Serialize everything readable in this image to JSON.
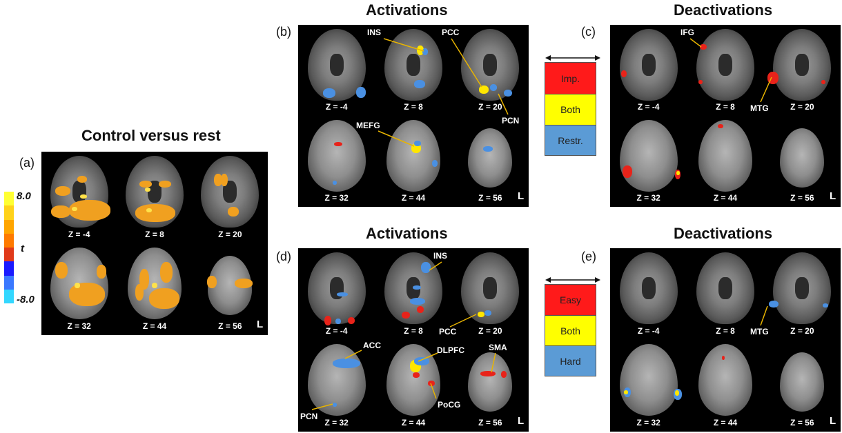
{
  "titles": {
    "a": "Control versus rest",
    "b": "Activations",
    "c": "Deactivations",
    "d": "Activations",
    "e": "Deactivations"
  },
  "panel_labels": {
    "a": "(a)",
    "b": "(b)",
    "c": "(c)",
    "d": "(d)",
    "e": "(e)"
  },
  "slice_labels": [
    "Z = -4",
    "Z = 8",
    "Z = 20",
    "Z = 32",
    "Z = 44",
    "Z = 56"
  ],
  "orientation_mark": "L",
  "colorbar": {
    "max": "8.0",
    "mid": "t",
    "min": "-8.0",
    "colors": [
      "#ffff33",
      "#ffd21a",
      "#ffa500",
      "#ff7a00",
      "#e03a1a",
      "#1a1aff",
      "#3a78ff",
      "#33d7ff"
    ]
  },
  "legend_top": {
    "items": [
      {
        "label": "Imp.",
        "color": "#ff1a1a"
      },
      {
        "label": "Both",
        "color": "#ffff00"
      },
      {
        "label": "Restr.",
        "color": "#5b9bd5"
      }
    ]
  },
  "legend_bottom": {
    "items": [
      {
        "label": "Easy",
        "color": "#ff1a1a"
      },
      {
        "label": "Both",
        "color": "#ffff00"
      },
      {
        "label": "Hard",
        "color": "#5b9bd5"
      }
    ]
  },
  "annotations": {
    "b": [
      "INS",
      "PCC",
      "PCN",
      "MEFG"
    ],
    "c": [
      "IFG",
      "MTG"
    ],
    "d": [
      "INS",
      "PCC",
      "ACC",
      "DLPFC",
      "SMA",
      "PoCG",
      "PCN"
    ],
    "e": [
      "MTG"
    ]
  }
}
